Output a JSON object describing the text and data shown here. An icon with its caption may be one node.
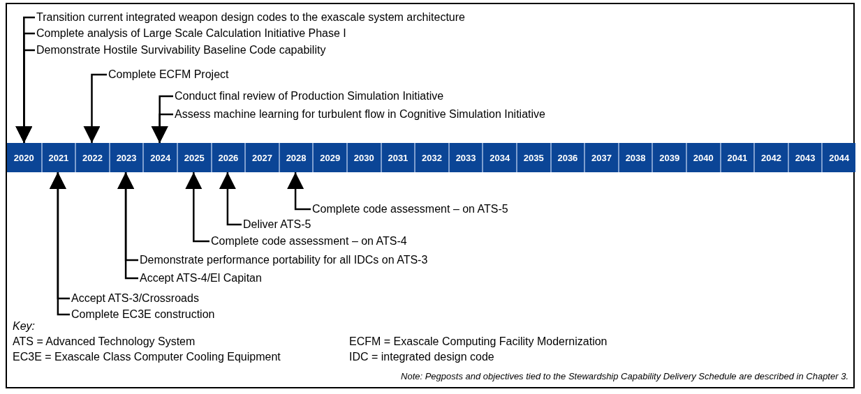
{
  "diagram": {
    "nodes": [
      {
        "text": [
          "Transition current integrated weapon design codes to the exascale system architecture"
        ]
      },
      {
        "text": [
          "Complete analysis of Large Scale Calculation Initiative Phase I"
        ]
      },
      {
        "text": [
          "Demonstrate Hostile Survivability Baseline Code capability"
        ]
      },
      {
        "text": [
          "Complete ECFM Project"
        ]
      },
      {
        "text": [
          "Conduct final review of Production Simulation Initiative"
        ]
      },
      {
        "text": [
          "Assess machine learning for turbulent flow in Cognitive Simulation Initiative"
        ]
      },
      {
        "text": [
          "2020"
        ]
      },
      {
        "text": [
          "2021"
        ]
      },
      {
        "text": [
          "2022"
        ]
      },
      {
        "text": [
          "2023"
        ]
      },
      {
        "text": [
          "2024"
        ]
      },
      {
        "text": [
          "2025"
        ]
      },
      {
        "text": [
          "2026"
        ]
      },
      {
        "text": [
          "2027"
        ]
      },
      {
        "text": [
          "2028"
        ]
      },
      {
        "text": [
          "2029"
        ]
      },
      {
        "text": [
          "2030"
        ]
      },
      {
        "text": [
          "2031"
        ]
      },
      {
        "text": [
          "2032"
        ]
      },
      {
        "text": [
          "2033"
        ]
      },
      {
        "text": [
          "2034"
        ]
      },
      {
        "text": [
          "2035"
        ]
      },
      {
        "text": [
          "2036"
        ]
      },
      {
        "text": [
          "2037"
        ]
      },
      {
        "text": [
          "2038"
        ]
      },
      {
        "text": [
          "2039"
        ]
      },
      {
        "text": [
          "2040"
        ]
      },
      {
        "text": [
          "2041"
        ]
      },
      {
        "text": [
          "2042"
        ]
      },
      {
        "text": [
          "2043"
        ]
      },
      {
        "text": [
          "2044"
        ]
      },
      {
        "text": [
          "Complete code assessment – on ATS-5"
        ]
      },
      {
        "text": [
          "Deliver ATS-5"
        ]
      },
      {
        "text": [
          "Complete code assessment – on ATS-4"
        ]
      },
      {
        "text": [
          "Demonstrate performance portability for all IDCs on ATS-3"
        ]
      },
      {
        "text": [
          "Accept ATS-4/El Capitan"
        ]
      },
      {
        "text": [
          "Accept ATS-3/Crossroads"
        ]
      },
      {
        "text": [
          "Complete EC3E construction"
        ]
      }
    ],
    "edges": [
      {
        "from": 0,
        "to": 6,
        "arrow": "to"
      },
      {
        "from": 1,
        "to": 6,
        "arrow": "to"
      },
      {
        "from": 2,
        "to": 6,
        "arrow": "to"
      },
      {
        "from": 3,
        "to": 8,
        "arrow": "to"
      },
      {
        "from": 4,
        "to": 10,
        "arrow": "to"
      },
      {
        "from": 5,
        "to": 10,
        "arrow": "to"
      },
      {
        "from": 31,
        "to": 14,
        "arrow": "to"
      },
      {
        "from": 32,
        "to": 12,
        "arrow": "to"
      },
      {
        "from": 33,
        "to": 11,
        "arrow": "to"
      },
      {
        "from": 34,
        "to": 9,
        "arrow": "to"
      },
      {
        "from": 35,
        "to": 9,
        "arrow": "to"
      },
      {
        "from": 36,
        "to": 7,
        "arrow": "to"
      },
      {
        "from": 37,
        "to": 7,
        "arrow": "to"
      }
    ],
    "labels": [
      "Key:",
      "ATS = Advanced Technology System",
      "ECFM = Exascale Computing Facility Modernization",
      "EC3E = Exascale Class Computer Cooling Equipment",
      "IDC = integrated design code",
      "Note: Pegposts and objectives tied to the Stewardship Capability Delivery Schedule are described in Chapter 3."
    ]
  }
}
